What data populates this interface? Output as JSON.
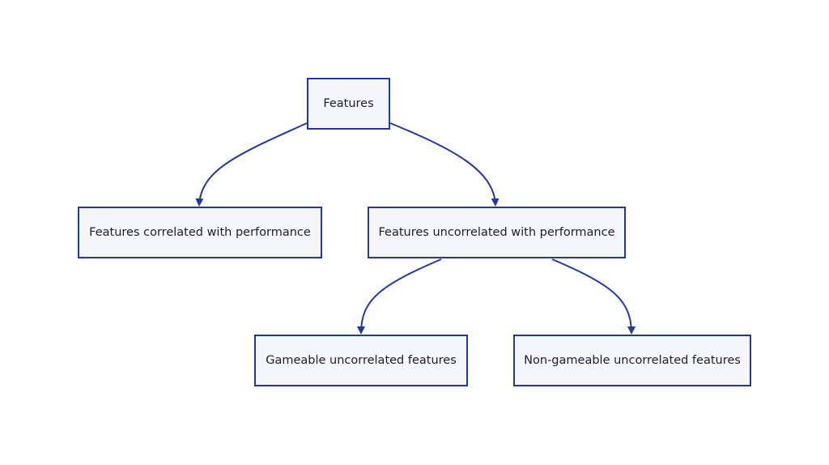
{
  "diagram": {
    "nodes": {
      "root": "Features",
      "correlated": "Features correlated with performance",
      "uncorrelated": "Features uncorrelated with performance",
      "gameable": "Gameable uncorrelated features",
      "non_gameable": "Non-gameable uncorrelated features"
    },
    "edges": [
      {
        "from": "root",
        "to": "correlated"
      },
      {
        "from": "root",
        "to": "uncorrelated"
      },
      {
        "from": "uncorrelated",
        "to": "gameable"
      },
      {
        "from": "uncorrelated",
        "to": "non_gameable"
      }
    ],
    "colors": {
      "stroke": "#2338a6",
      "node_fill": "#f5f6fb",
      "text": "#1d1d2b",
      "background": "#ffffff"
    }
  }
}
